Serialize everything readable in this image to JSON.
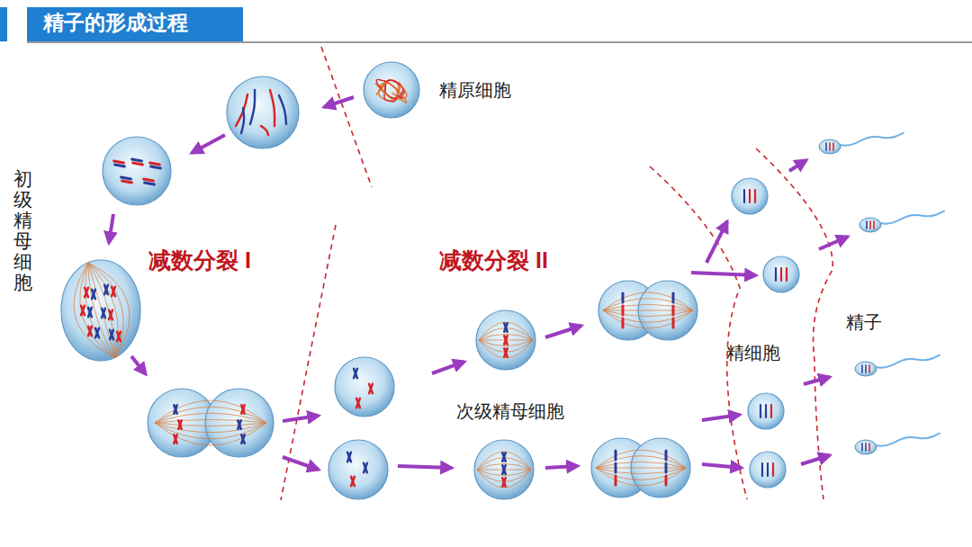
{
  "diagram": {
    "title": "精子的形成过程",
    "labels": [
      "精原细胞",
      "初级精母细胞",
      "减数分裂 I",
      "减数分裂 II",
      "次级精母细胞",
      "精细胞",
      "精子"
    ]
  }
}
